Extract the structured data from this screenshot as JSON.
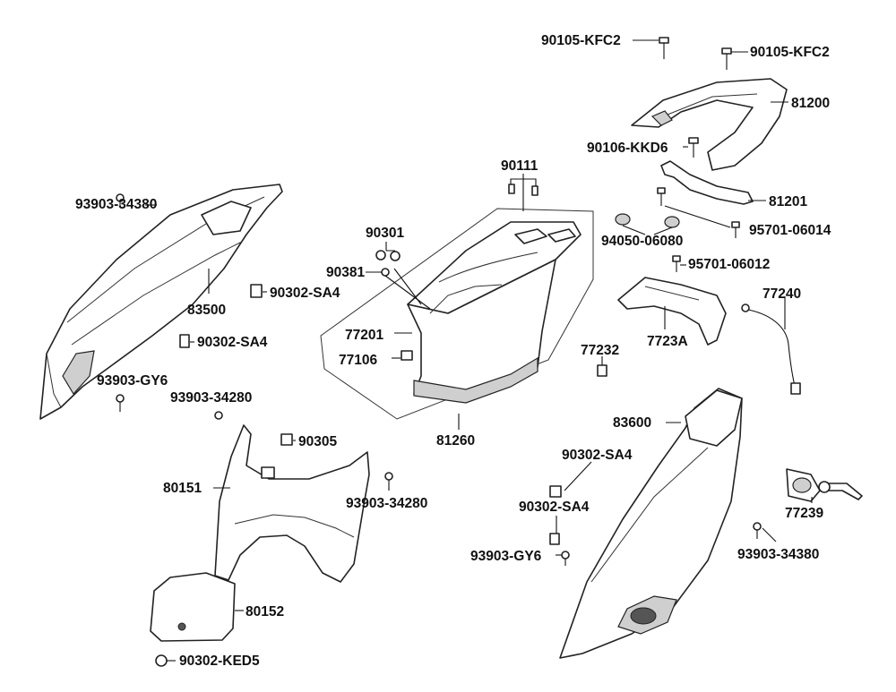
{
  "labels": {
    "l_90105a": "90105-KFC2",
    "l_90105b": "90105-KFC2",
    "l_81200": "81200",
    "l_90106": "90106-KKD6",
    "l_81201": "81201",
    "l_95701a": "95701-06014",
    "l_94050": "94050-06080",
    "l_95701b": "95701-06012",
    "l_90111": "90111",
    "l_93903a": "93903-34380",
    "l_90301": "90301",
    "l_90381": "90381",
    "l_90302a": "90302-SA4",
    "l_83500": "83500",
    "l_77201": "77201",
    "l_77106": "77106",
    "l_90302b": "90302-SA4",
    "l_93903gy6a": "93903-GY6",
    "l_93903b": "93903-34280",
    "l_77240": "77240",
    "l_7723a": "7723A",
    "l_77232": "77232",
    "l_81260": "81260",
    "l_90305": "90305",
    "l_83600": "83600",
    "l_90302c": "90302-SA4",
    "l_80151": "80151",
    "l_93903c": "93903-34280",
    "l_90302d": "90302-SA4",
    "l_77239": "77239",
    "l_93903gy6b": "93903-GY6",
    "l_93903d": "93903-34380",
    "l_80152": "80152",
    "l_90302ked5": "90302-KED5"
  }
}
